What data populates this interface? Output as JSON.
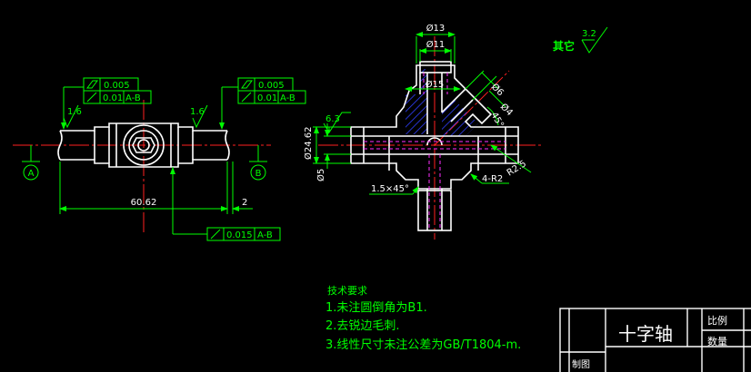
{
  "left_view": {
    "datum_a": "A",
    "datum_b": "B",
    "roughness_left": "1.6",
    "roughness_right": "1.6",
    "length_total": "60.62",
    "length_offset": "2",
    "fcf_left": {
      "row1_value": "0.005",
      "row2_value": "0.01",
      "row2_datum": "A-B"
    },
    "fcf_right": {
      "row1_value": "0.005",
      "row2_value": "0.01",
      "row2_datum": "A-B"
    },
    "fcf_bottom": {
      "value": "0.015",
      "datum": "A-B"
    }
  },
  "right_view": {
    "dia_13": "Ø13",
    "dia_11": "Ø11",
    "dia_15": "Ø15",
    "dia_6": "Ø6",
    "dia_4": "Ø4",
    "angle_45": "45°",
    "roughness_63": "6.3",
    "dia_2462": "Ø24.62",
    "dia_5": "Ø5",
    "chamfer": "1.5×45°",
    "radius_r25": "R2.5",
    "radius_4r2": "4-R2"
  },
  "other_roughness": {
    "label": "其它",
    "value": "3.2"
  },
  "tech_requirements": {
    "title": "技术要求",
    "items": [
      "1.未注圆倒角为B1.",
      "2.去锐边毛刺.",
      "3.线性尺寸未注公差为GB/T1804-m."
    ]
  },
  "title_block": {
    "part_name": "十字轴",
    "scale_label": "比例",
    "quantity_label": "数量",
    "drawn_label": "制图"
  }
}
